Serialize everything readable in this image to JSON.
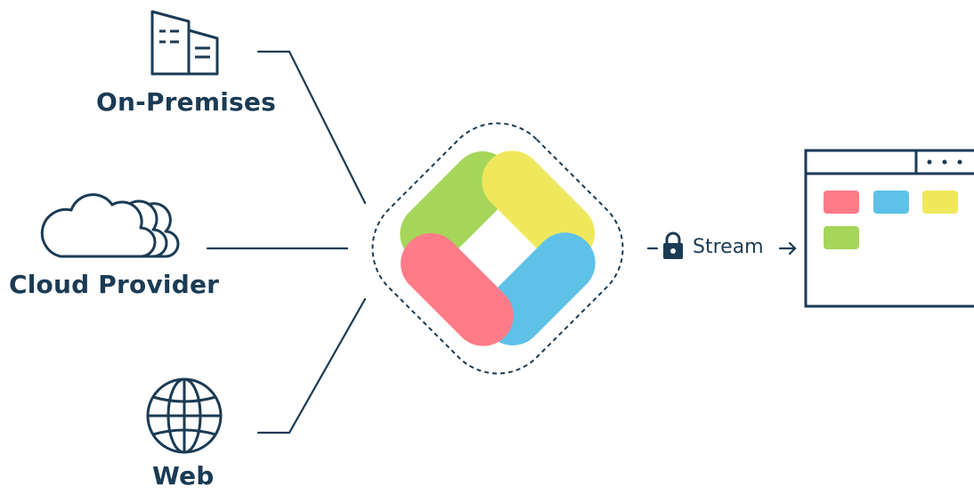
{
  "sources": [
    {
      "label": "On-Premises",
      "icon": "building-icon"
    },
    {
      "label": "Cloud Provider",
      "icon": "cloud-icon"
    },
    {
      "label": "Web",
      "icon": "globe-icon"
    }
  ],
  "hub": {
    "icon": "pinwheel-logo-icon",
    "colors": {
      "green": "#a5d65a",
      "yellow": "#f0e85c",
      "pink": "#ff7b88",
      "blue": "#5ec1e8"
    }
  },
  "connection": {
    "label": "Stream",
    "lock_icon": "lock-icon",
    "arrow_icon": "arrow-right-icon"
  },
  "target": {
    "icon": "browser-window-icon",
    "tags": [
      "#ff7b88",
      "#5ec1e8",
      "#f0e85c",
      "#a5d65a"
    ]
  },
  "colors": {
    "ink": "#1b3b55"
  }
}
